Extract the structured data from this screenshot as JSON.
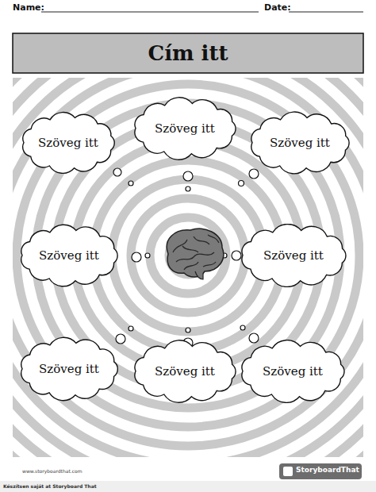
{
  "diagram": {
    "title": "Cím itt",
    "nodes": [
      {
        "text": [
          "Szöveg itt"
        ]
      },
      {
        "text": [
          "Szöveg itt"
        ]
      },
      {
        "text": [
          "Szöveg itt"
        ]
      },
      {
        "text": [
          "Szöveg itt"
        ]
      },
      {
        "text": [
          "Szöveg itt"
        ]
      },
      {
        "text": [
          "Szöveg itt"
        ]
      },
      {
        "text": [
          "Szöveg itt"
        ]
      },
      {
        "text": [
          "Szöveg itt"
        ]
      }
    ],
    "labels": [
      "Name:",
      "Date:",
      "www.storyboardthat.com",
      "StoryboardThat",
      "Készítsen saját at Storyboard That"
    ]
  }
}
